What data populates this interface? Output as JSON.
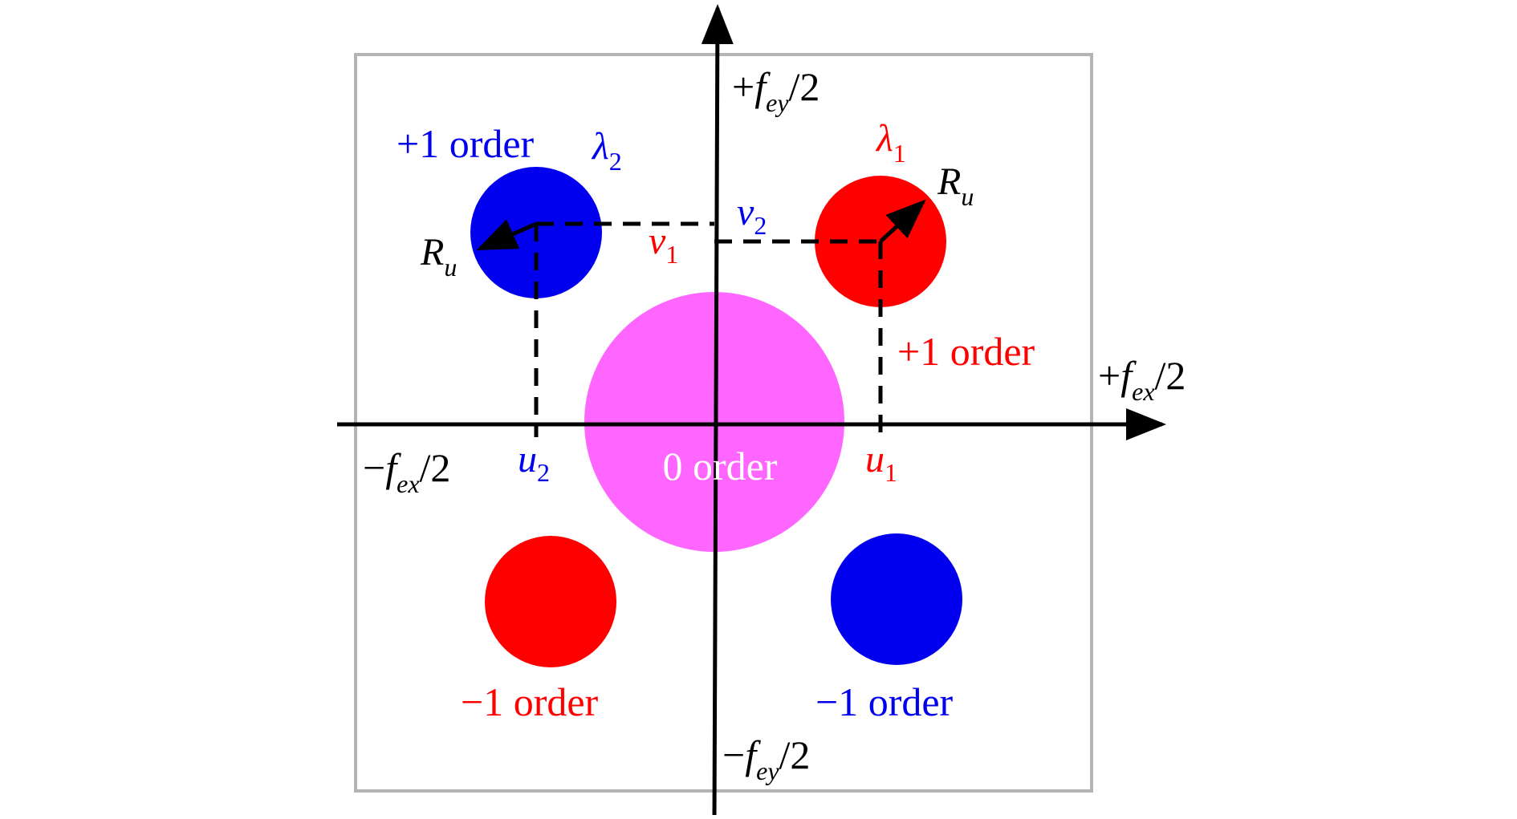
{
  "colors": {
    "red": "#ff0000",
    "blue": "#0000ee",
    "magenta": "#ff66ff",
    "frame": "#b4b4b4",
    "ink": "#000000",
    "white": "#ffffff"
  },
  "labels": {
    "y_top": {
      "sign": "+",
      "var": "f",
      "sub": "ey",
      "tail": "/2"
    },
    "y_bottom": {
      "sign": "−",
      "var": "f",
      "sub": "ey",
      "tail": "/2"
    },
    "x_right": {
      "sign": "+",
      "var": "f",
      "sub": "ex",
      "tail": "/2"
    },
    "x_left": {
      "sign": "−",
      "var": "f",
      "sub": "ex",
      "tail": "/2"
    },
    "u1": {
      "var": "u",
      "sub": "1"
    },
    "u2": {
      "var": "u",
      "sub": "2"
    },
    "v1": {
      "var": "v",
      "sub": "1"
    },
    "v2": {
      "var": "v",
      "sub": "2"
    },
    "lambda1": {
      "var": "λ",
      "sub": "1"
    },
    "lambda2": {
      "var": "λ",
      "sub": "2"
    },
    "ru_right": {
      "var": "R",
      "sub": "u"
    },
    "ru_left": {
      "var": "R",
      "sub": "u"
    },
    "plus1_blue": "+1 order",
    "plus1_red": "+1 order",
    "zero": "0 order",
    "minus1_red": "−1 order",
    "minus1_blue": "−1 order"
  }
}
